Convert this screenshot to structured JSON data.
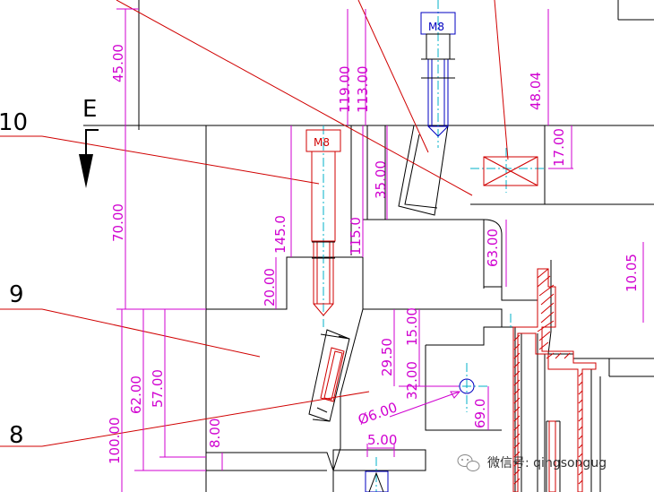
{
  "callouts": {
    "part_10": "10",
    "part_9": "9",
    "part_8": "8"
  },
  "section_mark": "E",
  "screws": {
    "upper": "M8",
    "lower": "M8"
  },
  "dimensions": {
    "d_45": "45.00",
    "d_70": "70.00",
    "d_100": "100.00",
    "d_62": "62.00",
    "d_57": "57.00",
    "d_8": "8.00",
    "d_119": "119.00",
    "d_113": "113.00",
    "d_48": "48.04",
    "d_17": "17.00",
    "d_35": "35.00",
    "d_145": "145.0",
    "d_115": "115.0",
    "d_20": "20.00",
    "d_63": "63.00",
    "d_10_05": "10.05",
    "d_29_5": "29.50",
    "d_15": "15.00",
    "d_32": "32.00",
    "d_69": "69.0",
    "d_phi6": "Ø6.00",
    "d_5": "5.00"
  },
  "watermark": {
    "icon": "wechat-icon",
    "text": "微信号: qingsongug"
  }
}
